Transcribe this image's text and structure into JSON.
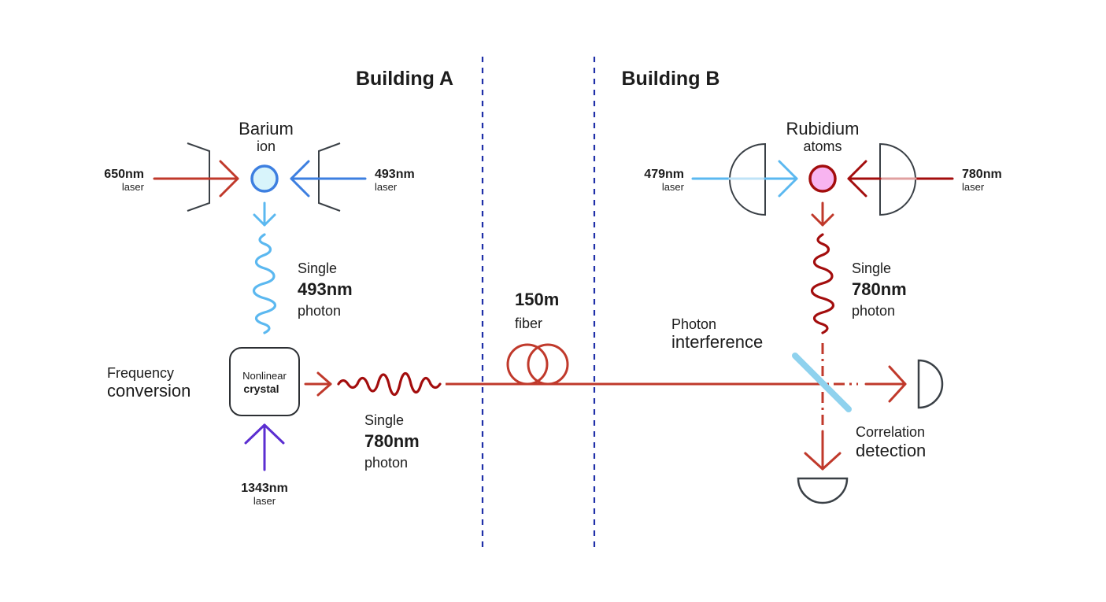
{
  "buildings": {
    "a": "Building A",
    "b": "Building B"
  },
  "barium": {
    "title": "Barium",
    "subtitle": "ion",
    "laser_left_nm": "650nm",
    "laser_left_word": "laser",
    "laser_right_nm": "493nm",
    "laser_right_word": "laser"
  },
  "photon_493": {
    "line1": "Single",
    "line2": "493nm",
    "line3": "photon"
  },
  "frequency_conversion": {
    "line1": "Frequency",
    "line2": "conversion"
  },
  "crystal": {
    "line1": "Nonlinear",
    "line2": "crystal"
  },
  "pump_laser": {
    "nm": "1343nm",
    "word": "laser"
  },
  "photon_780_a": {
    "line1": "Single",
    "line2": "780nm",
    "line3": "photon"
  },
  "fiber": {
    "line1": "150m",
    "line2": "fiber"
  },
  "rubidium": {
    "title": "Rubidium",
    "subtitle": "atoms",
    "laser_left_nm": "479nm",
    "laser_left_word": "laser",
    "laser_right_nm": "780nm",
    "laser_right_word": "laser"
  },
  "photon_780_b": {
    "line1": "Single",
    "line2": "780nm",
    "line3": "photon"
  },
  "interference": {
    "line1": "Photon",
    "line2": "interference"
  },
  "detection": {
    "line1": "Correlation",
    "line2": "detection"
  },
  "colors": {
    "red": "#c0392b",
    "dark_red": "#a30d0d",
    "blue": "#3d7fe0",
    "light_blue": "#5bb8f0",
    "purple": "#5b2ed1",
    "navy_dash": "#1f2fa8",
    "outline": "#3a4046"
  }
}
